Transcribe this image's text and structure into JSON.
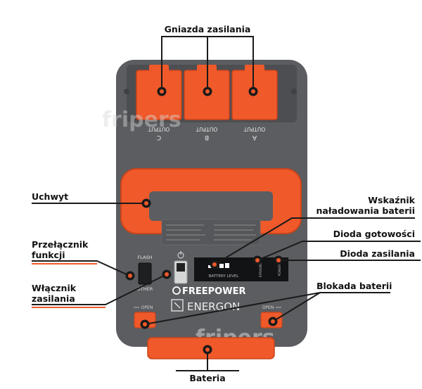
{
  "callouts": {
    "power_sockets": "Gniazda zasilania",
    "handle": "Uchwyt",
    "battery_indicator_line1": "Wskaźnik",
    "battery_indicator_line2": "naładowania baterii",
    "ready_led": "Dioda gotowości",
    "power_led": "Dioda zasilania",
    "function_switch_line1": "Przełącznik",
    "function_switch_line2": "funkcji",
    "power_switch_line1": "Włącznik",
    "power_switch_line2": "zasilania",
    "battery_lock": "Blokada baterii",
    "battery": "Bateria"
  },
  "device": {
    "outputs": [
      {
        "label": "OUTPUT",
        "letter": "C"
      },
      {
        "label": "OUTPUT",
        "letter": "B"
      },
      {
        "label": "OUTPUT",
        "letter": "A"
      }
    ],
    "flash_label": "FLASH",
    "other_label": "OTHER",
    "battery_level_label": "BATTERY LEVEL",
    "standby_label": "STANDBY",
    "power_label": "POWER",
    "brand": "FREEPOWER",
    "product": "ENERGON",
    "open_left": "OPEN",
    "open_right": "OPEN",
    "watermark": "fripers"
  },
  "colors": {
    "body": "#5b5d60",
    "body_dark": "#3f4144",
    "orange": "#f0592a",
    "orange_dark": "#c9441c",
    "line": "#1a1a1a"
  }
}
